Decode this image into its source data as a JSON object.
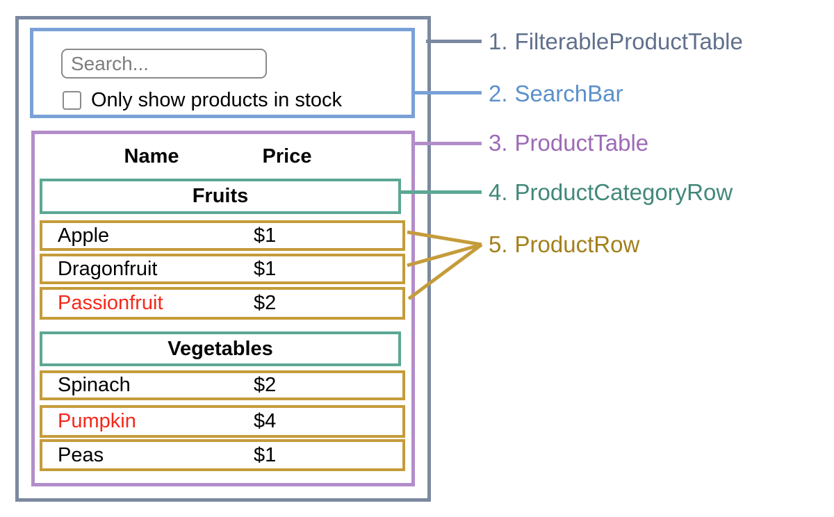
{
  "search": {
    "placeholder": "Search...",
    "checkbox_label": "Only show products in stock",
    "checkbox_checked": false
  },
  "table": {
    "columns": [
      "Name",
      "Price"
    ],
    "groups": [
      {
        "category": "Fruits",
        "rows": [
          {
            "name": "Apple",
            "price": "$1",
            "name_color": "#000000"
          },
          {
            "name": "Dragonfruit",
            "price": "$1",
            "name_color": "#000000"
          },
          {
            "name": "Passionfruit",
            "price": "$2",
            "name_color": "#f5281a"
          }
        ]
      },
      {
        "category": "Vegetables",
        "rows": [
          {
            "name": "Spinach",
            "price": "$2",
            "name_color": "#000000"
          },
          {
            "name": "Pumpkin",
            "price": "$4",
            "name_color": "#f5281a"
          },
          {
            "name": "Peas",
            "price": "$1",
            "name_color": "#000000"
          }
        ]
      }
    ]
  },
  "legend": {
    "items": [
      {
        "number": "1.",
        "label": "FilterableProductTable",
        "color": "#60708c"
      },
      {
        "number": "2.",
        "label": "SearchBar",
        "color": "#5b90cb"
      },
      {
        "number": "3.",
        "label": "ProductTable",
        "color": "#9c6ab5"
      },
      {
        "number": "4.",
        "label": "ProductCategoryRow",
        "color": "#41887a"
      },
      {
        "number": "5.",
        "label": "ProductRow",
        "color": "#a2801c"
      }
    ]
  },
  "colors": {
    "outer_border": "#7b89a0",
    "searchbar_border": "#79a1d7",
    "product_table_border": "#b38dca",
    "category_border": "#5ca794",
    "product_row_border": "#c59c3b",
    "out_of_stock_text": "#f5281a",
    "input_border": "#8a8a8a",
    "placeholder_text": "#7d7d7d"
  }
}
